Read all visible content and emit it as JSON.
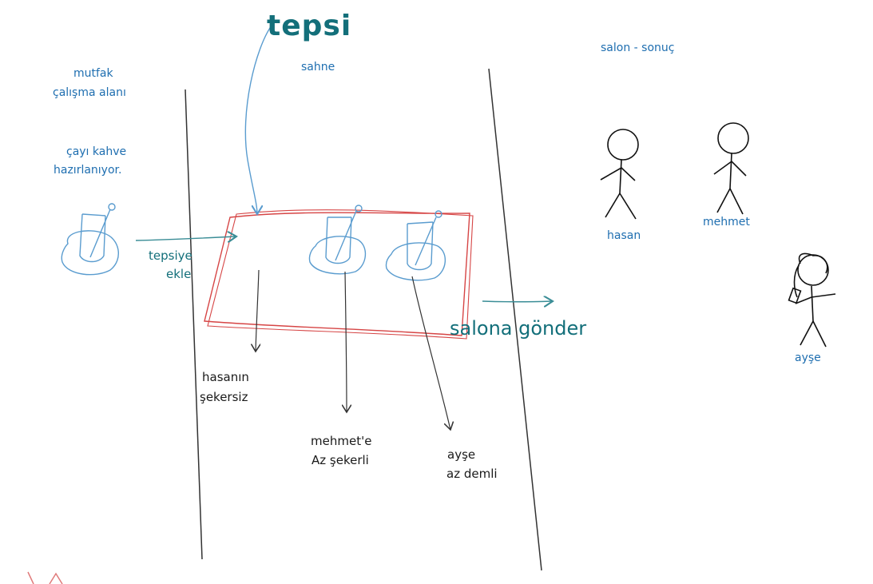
{
  "title": "tepsi",
  "sections": {
    "kitchen": {
      "line1": "mutfak",
      "line2": "çalışma alanı",
      "note_line1": "çayı kahve",
      "note_line2": "hazırlanıyor."
    },
    "stage": {
      "label": "sahne"
    },
    "salon": {
      "label": "salon - sonuç"
    }
  },
  "arrows": {
    "add_to_tray_line1": "tepsiye",
    "add_to_tray_line2": "ekle",
    "send_to_salon": "salona gönder"
  },
  "orders": [
    {
      "line1": "hasanın",
      "line2": "şekersiz"
    },
    {
      "line1": "mehmet'e",
      "line2": "Az şekerli"
    },
    {
      "line1": "ayşe",
      "line2": "az demli"
    }
  ],
  "people": [
    {
      "name": "hasan"
    },
    {
      "name": "mehmet"
    },
    {
      "name": "ayşe"
    }
  ],
  "colors": {
    "blue_ink": "#1e6eb0",
    "teal_ink": "#136f7a",
    "tray_red": "#d64545",
    "black_ink": "#1a1a1a"
  }
}
